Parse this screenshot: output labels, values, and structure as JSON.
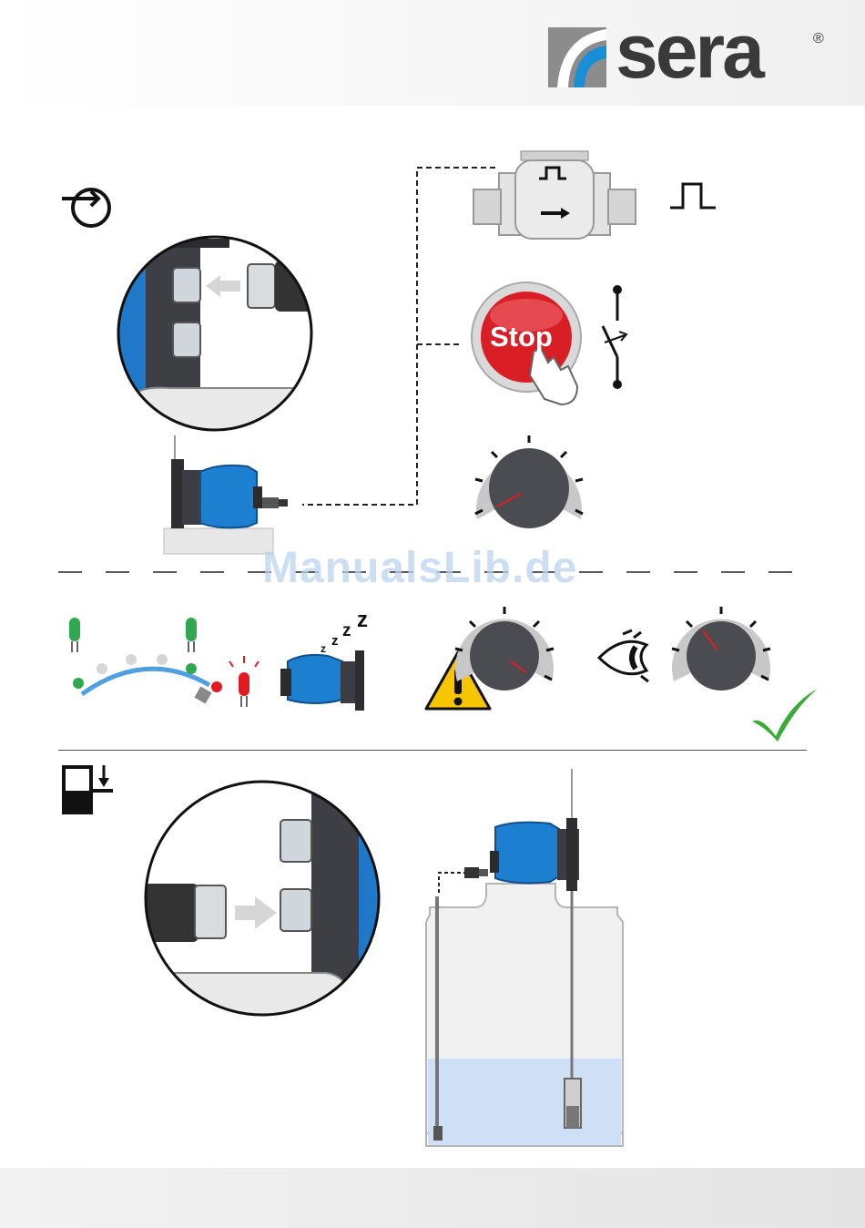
{
  "brand": {
    "name": "sera",
    "registered": "®"
  },
  "watermark": "ManualsLib.de",
  "stop_button": {
    "label": "Stop"
  },
  "colors": {
    "brand_gray": "#8c8c8c",
    "brand_blue": "#1b8fd6",
    "pump_blue": "#1d7fd0",
    "stop_red": "#d91e25",
    "led_green": "#2fa84f",
    "led_red": "#e01b22",
    "warning_yellow": "#f7c600",
    "check_green": "#3aab35",
    "liquid": "#cfe0f6"
  },
  "icons": [
    "pulse-input-mode-icon",
    "flow-meter-icon",
    "pulse-signal-icon",
    "stop-button-icon",
    "switch-contact-icon",
    "analog-dial-icon",
    "led-status-icon",
    "sleeping-pump-icon",
    "warning-icon",
    "eye-icon",
    "checkmark-icon",
    "level-switch-icon"
  ]
}
